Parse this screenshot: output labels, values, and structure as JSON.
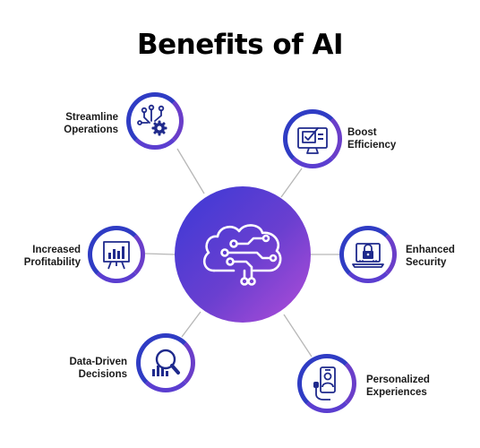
{
  "title": "Benefits of AI",
  "colors": {
    "ring_blue": "#2f3cc4",
    "ring_purple": "#6a3ec9",
    "icon_dark": "#1f2a8c",
    "center_gradient_start": "#3a39d6",
    "center_gradient_end": "#b24dd8",
    "connector": "#b0b0b0"
  },
  "center": {
    "icon": "brain-circuit-icon"
  },
  "benefits": [
    {
      "id": "streamline",
      "line1": "Streamline",
      "line2": "Operations",
      "icon": "circuit-gear-icon"
    },
    {
      "id": "boost",
      "line1": "Boost",
      "line2": "Efficiency",
      "icon": "monitor-check-icon"
    },
    {
      "id": "profitability",
      "line1": "Increased",
      "line2": "Profitability",
      "icon": "bar-chart-board-icon"
    },
    {
      "id": "security",
      "line1": "Enhanced",
      "line2": "Security",
      "icon": "laptop-lock-icon"
    },
    {
      "id": "decisions",
      "line1": "Data-Driven",
      "line2": "Decisions",
      "icon": "magnifier-chart-icon"
    },
    {
      "id": "personalized",
      "line1": "Personalized",
      "line2": "Experiences",
      "icon": "phone-user-icon"
    }
  ]
}
